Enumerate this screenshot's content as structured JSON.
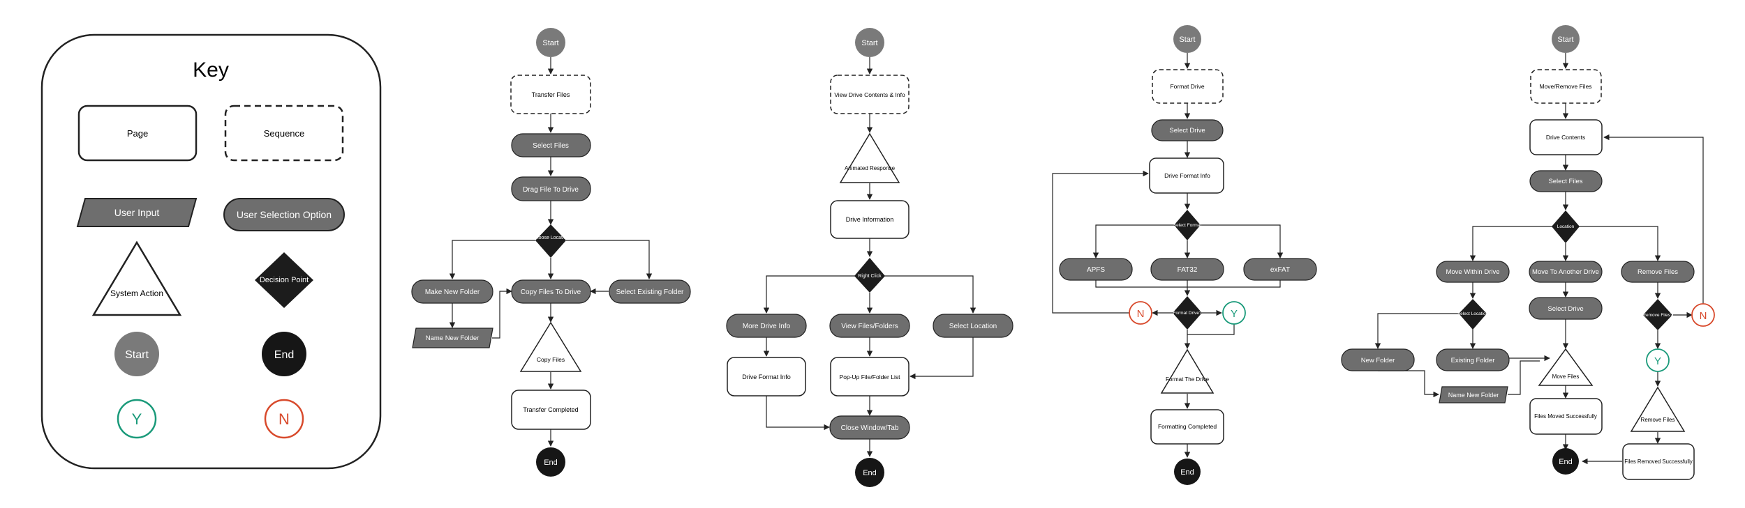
{
  "key": {
    "title": "Key",
    "page": "Page",
    "sequence": "Sequence",
    "user_input": "User Input",
    "user_selection": "User Selection Option",
    "system_action": "System Action",
    "decision_point": "Decision Point",
    "start": "Start",
    "end": "End",
    "yes": "Y",
    "no": "N"
  },
  "flow1": {
    "start": "Start",
    "sequence": "Transfer Files",
    "select_files": "Select Files",
    "drag_file": "Drag File To Drive",
    "decision": "Choose Location",
    "make_new_folder": "Make New Folder",
    "copy_files": "Copy Files To Drive",
    "select_existing": "Select Existing Folder",
    "name_new_folder": "Name New Folder",
    "action": "Copy Files",
    "completed": "Transfer Completed",
    "end": "End"
  },
  "flow2": {
    "start": "Start",
    "sequence": "View Drive Contents & Info",
    "action": "Animated Response",
    "drive_information": "Drive Information",
    "decision": "Right Click",
    "more_drive_info": "More Drive Info",
    "view_files": "View Files/Folders",
    "select_location": "Select Location",
    "drive_format_info": "Drive Format Info",
    "popup_list": "Pop-Up File/Folder List",
    "close_window": "Close Window/Tab",
    "end": "End"
  },
  "flow3": {
    "start": "Start",
    "sequence": "Format Drive",
    "select_drive": "Select Drive",
    "drive_format_info": "Drive Format Info",
    "decision": "Select Format",
    "apfs": "APFS",
    "fat32": "FAT32",
    "exfat": "exFAT",
    "decision2": "Format Drive?",
    "no": "N",
    "yes": "Y",
    "action": "Format The Drive",
    "completed": "Formatting Completed",
    "end": "End"
  },
  "flow4": {
    "start": "Start",
    "sequence": "Move/Remove Files",
    "drive_contents": "Drive Contents",
    "select_files": "Select Files",
    "decision": "Location",
    "move_within": "Move Within Drive",
    "move_another": "Move To Another Drive",
    "remove_files": "Remove Files",
    "decision_location": "Select Location",
    "select_drive": "Select Drive",
    "decision_remove": "Remove Files?",
    "no": "N",
    "new_folder": "New Folder",
    "existing_folder": "Existing Folder",
    "yes": "Y",
    "name_new_folder": "Name New Folder",
    "action_move": "Move Files",
    "action_remove": "Remove Files",
    "files_moved": "Files Moved Successfully",
    "end": "End",
    "files_removed": "Files Removed Successfully"
  },
  "colors": {
    "page_fill": "#ffffff",
    "input_fill": "#6e6e6e",
    "decision_fill": "#1c1c1c",
    "start_fill": "#7a7a7a",
    "end_fill": "#161616",
    "yes": "#1a9a7a",
    "no": "#d84a2c",
    "stroke": "#222222"
  }
}
